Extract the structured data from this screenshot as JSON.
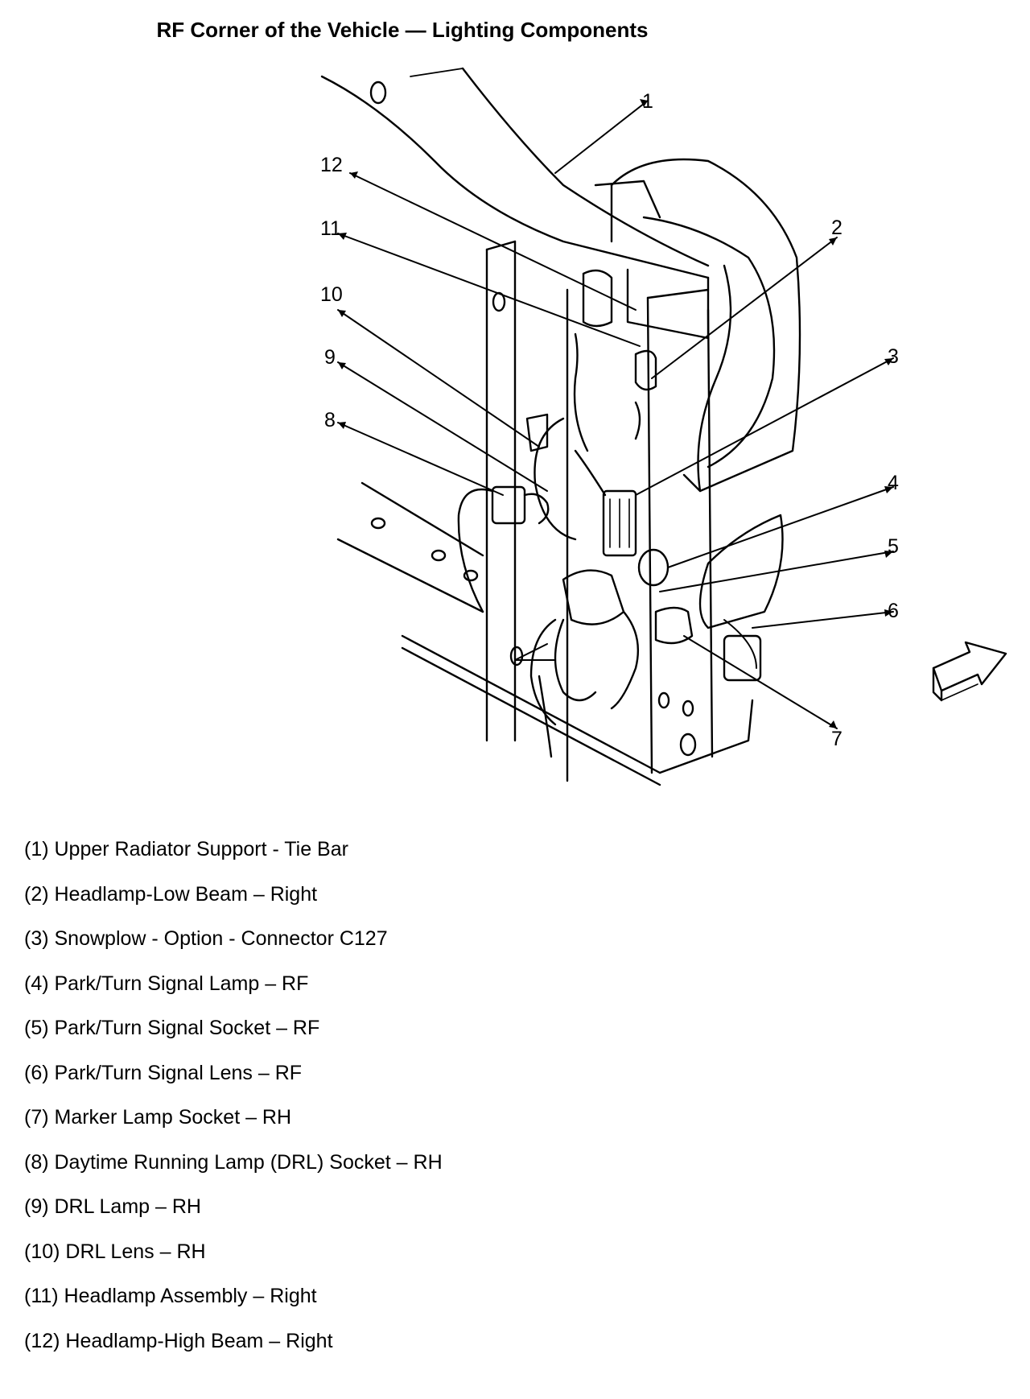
{
  "title": "RF Corner of the Vehicle — Lighting Components",
  "callouts": [
    "1",
    "2",
    "3",
    "4",
    "5",
    "6",
    "7",
    "8",
    "9",
    "10",
    "11",
    "12"
  ],
  "legend": [
    "(1) Upper Radiator Support - Tie Bar",
    "(2) Headlamp-Low Beam – Right",
    "(3) Snowplow - Option - Connector C127",
    "(4) Park/Turn Signal Lamp – RF",
    "(5) Park/Turn Signal Socket – RF",
    "(6) Park/Turn Signal Lens – RF",
    "(7) Marker Lamp Socket – RH",
    "(8) Daytime Running Lamp (DRL) Socket – RH",
    "(9) DRL Lamp – RH",
    "(10) DRL Lens – RH",
    "(11) Headlamp Assembly – Right",
    "(12) Headlamp-High Beam – Right"
  ],
  "icons": {
    "direction_arrow": "front-direction-arrow-icon"
  }
}
